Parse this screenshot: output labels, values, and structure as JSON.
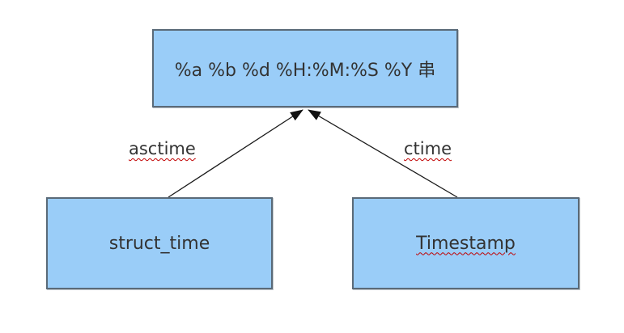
{
  "diagram": {
    "nodes": [
      {
        "id": "format-string",
        "label": "%a %b %d %H:%M:%S %Y 串"
      },
      {
        "id": "struct-time",
        "label": "struct_time"
      },
      {
        "id": "timestamp",
        "label": "Timestamp"
      }
    ],
    "edges": [
      {
        "from": "struct-time",
        "to": "format-string",
        "label": "asctime"
      },
      {
        "from": "timestamp",
        "to": "format-string",
        "label": "ctime"
      }
    ],
    "colors": {
      "node_fill": "#9ACDF8",
      "node_border": "#5A6A78",
      "text": "#333333",
      "arrow": "#111111",
      "spellcheck_underline": "#C00000",
      "background": "#FFFFFF"
    }
  }
}
